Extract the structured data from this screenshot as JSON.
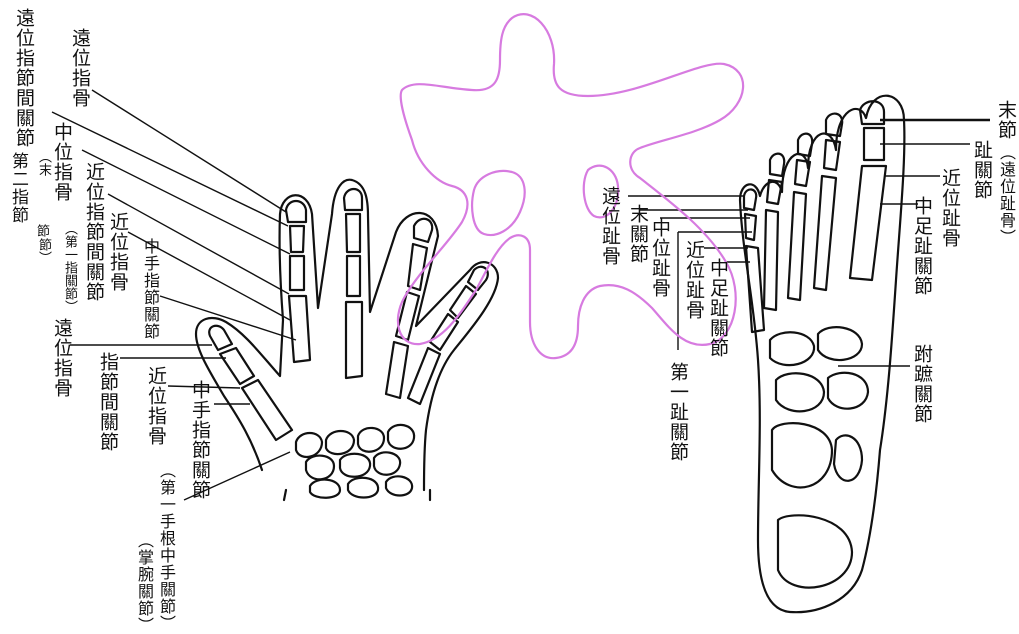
{
  "hand_labels": {
    "dip_joint": "遠位指節間關節",
    "dip_joint_note_a": "（末",
    "dip_joint_note_b": "節",
    "dip_joint_note_c": "第二指節",
    "dip_joint_note_d": "節）",
    "distal_phalanx": "遠位指骨",
    "middle_phalanx": "中位指骨",
    "pip_joint": "近位指節間關節",
    "pip_joint_note": "（第一指關節）",
    "proximal_phalanx": "近位指骨",
    "mcp_joint": "中手指節關節",
    "thumb_distal_phalanx": "遠位指骨",
    "thumb_ip_joint": "指節間關節",
    "thumb_proximal_phalanx": "近位指骨",
    "thumb_mcp_joint": "中手指節關節",
    "cmc_joint": "（第一手根中手關節）",
    "cmc_joint_note": "（掌腕關節）"
  },
  "foot_labels": {
    "distal_phalanx": "遠位趾骨",
    "distal_joint": "末關節",
    "middle_phalanx": "中位趾骨",
    "proximal_phalanx": "近位趾骨",
    "mtp_joint": "中足趾關節",
    "first_toe_joint": "第一趾關節",
    "right_distal_joint": "末節",
    "right_toe_joint": "趾關節",
    "right_distal_phalanx": "（遠位趾骨）",
    "right_proximal_phalanx": "近位趾骨",
    "right_mtp_joint": "中足趾關節",
    "lisfranc_joint": "跗蹠關節"
  },
  "watermark": {
    "description": "pink outlined character overlay",
    "color": "#d77be0"
  },
  "colors": {
    "ink": "#111111",
    "watermark": "#d77be0",
    "background": "#ffffff"
  }
}
